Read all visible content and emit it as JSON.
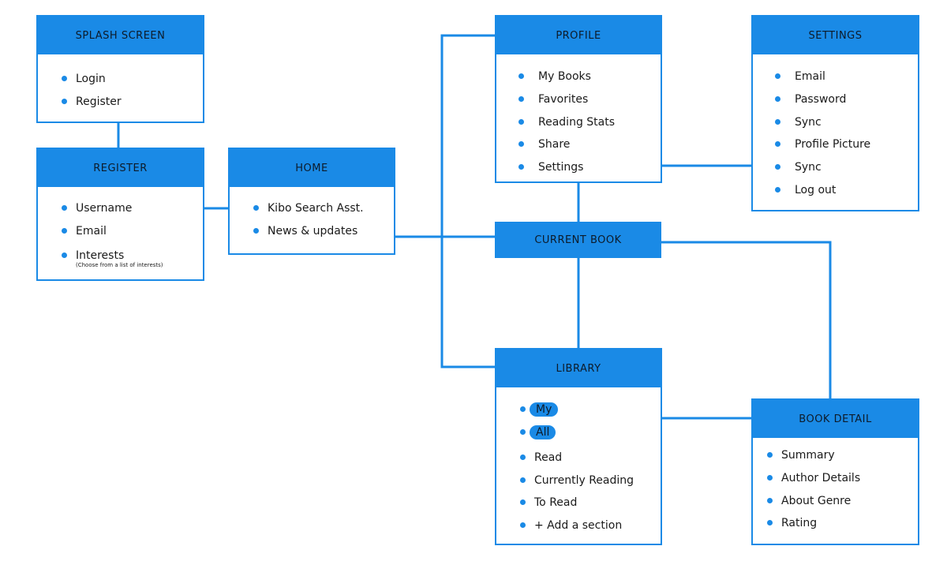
{
  "splash": {
    "title": "SPLASH SCREEN",
    "items": [
      "Login",
      "Register"
    ]
  },
  "register": {
    "title": "REGISTER",
    "items": [
      "Username",
      "Email",
      "Interests"
    ],
    "interests_note": "(Choose from a list of interests)"
  },
  "home": {
    "title": "HOME",
    "items": [
      "Kibo Search Asst.",
      "News & updates"
    ]
  },
  "profile": {
    "title": "PROFILE",
    "items": [
      "My Books",
      "Favorites",
      "Reading Stats",
      "Share",
      "Settings"
    ]
  },
  "settings": {
    "title": "SETTINGS",
    "items": [
      "Email",
      "Password",
      "Sync",
      "Profile Picture",
      "Sync",
      "Log out"
    ]
  },
  "current_book": {
    "title": "CURRENT BOOK"
  },
  "library": {
    "title": "LIBRARY",
    "items": [
      "My",
      "All",
      "Read",
      "Currently Reading",
      "To Read",
      "+ Add a section"
    ]
  },
  "book_detail": {
    "title": "BOOK DETAIL",
    "items": [
      "Summary",
      "Author Details",
      "About Genre",
      "Rating"
    ]
  },
  "colors": {
    "accent": "#1a8ae6",
    "header_text": "#0d1b2a"
  }
}
